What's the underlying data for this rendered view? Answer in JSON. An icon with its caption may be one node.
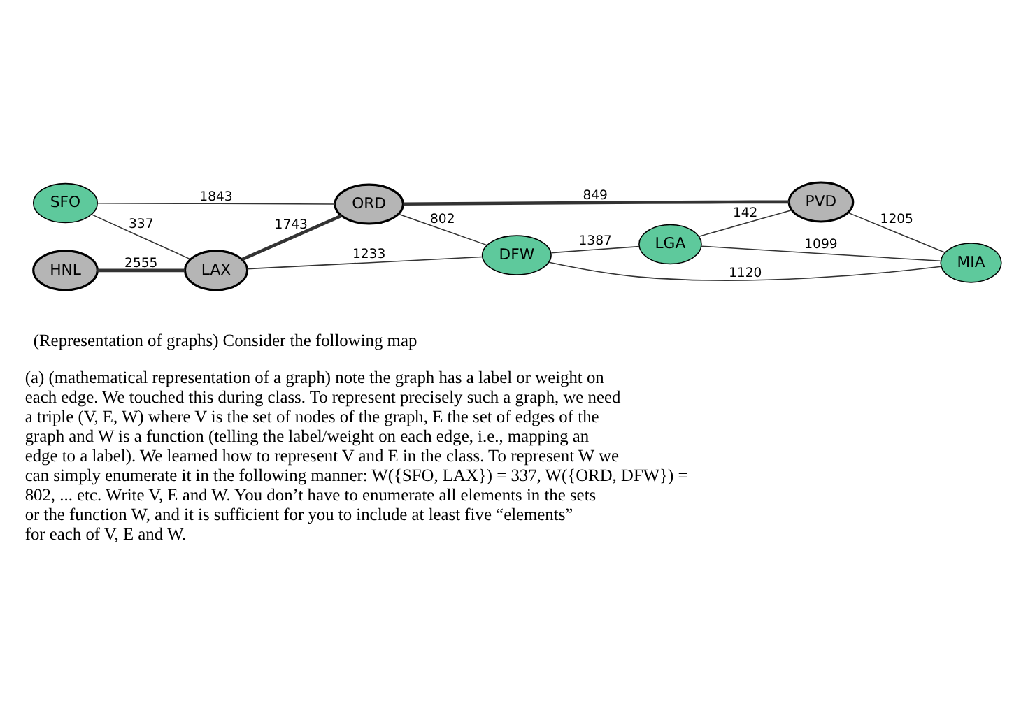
{
  "diagram": {
    "title": "(Representation of graphs) Consider the following map",
    "caption": "(a) (mathematical representation of a graph) note the graph has a label or weight on each edge. We touched this during class. To represent precisely such a graph, we need a triple (V, E, W) where V is the set of nodes of the graph, E the set of edges of the graph and W is a function (telling the label/weight on each edge, i.e., mapping an edge to a label). We learned how to represent V and E in the class. To represent W we can simply enumerate it in the following manner: W({SFO, LAX}) = 337, W({ORD, DFW}) = 802, ... etc. Write V, E and W. You don’t have to enumerate all elements in the sets or the function W, and it is sufficient for you to include at least five “elements” for each of V, E and W.",
    "nodes": [
      {
        "text": [
          "SFO"
        ]
      },
      {
        "text": [
          "ORD"
        ]
      },
      {
        "text": [
          "PVD"
        ]
      },
      {
        "text": [
          "LGA"
        ]
      },
      {
        "text": [
          "HNL"
        ]
      },
      {
        "text": [
          "LAX"
        ]
      },
      {
        "text": [
          "DFW"
        ]
      },
      {
        "text": [
          "MIA"
        ]
      }
    ],
    "edges": [
      {
        "from": 4,
        "to": 5,
        "arrow": "none",
        "label": "2555",
        "style": "thick"
      },
      {
        "from": 0,
        "to": 5,
        "arrow": "none",
        "label": "337"
      },
      {
        "from": 0,
        "to": 1,
        "arrow": "none",
        "label": "1843"
      },
      {
        "from": 5,
        "to": 1,
        "arrow": "none",
        "label": "1743",
        "style": "thick"
      },
      {
        "from": 5,
        "to": 6,
        "arrow": "none",
        "label": "1233"
      },
      {
        "from": 1,
        "to": 6,
        "arrow": "none",
        "label": "802"
      },
      {
        "from": 1,
        "to": 2,
        "arrow": "none",
        "label": "849",
        "style": "thick"
      },
      {
        "from": 6,
        "to": 3,
        "arrow": "none",
        "label": "1387"
      },
      {
        "from": 6,
        "to": 7,
        "arrow": "none",
        "label": "1120"
      },
      {
        "from": 3,
        "to": 2,
        "arrow": "none",
        "label": "142"
      },
      {
        "from": 3,
        "to": 7,
        "arrow": "none",
        "label": "1099"
      },
      {
        "from": 2,
        "to": 7,
        "arrow": "none",
        "label": "1205"
      }
    ]
  }
}
